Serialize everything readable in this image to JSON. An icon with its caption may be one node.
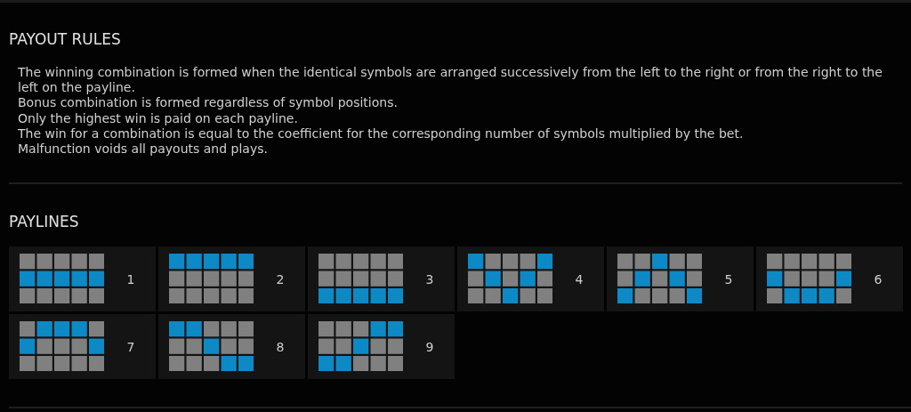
{
  "diagram": {
    "nodes": [
      {
        "text": [
          "1"
        ]
      },
      {
        "text": [
          "2"
        ]
      },
      {
        "text": [
          "3"
        ]
      },
      {
        "text": [
          "4"
        ]
      },
      {
        "text": [
          "5"
        ]
      },
      {
        "text": [
          "6"
        ]
      },
      {
        "text": [
          "7"
        ]
      },
      {
        "text": [
          "8"
        ]
      },
      {
        "text": [
          "9"
        ]
      }
    ],
    "labels": [
      "PAYOUT RULES",
      "The winning combination is formed when the identical symbols are arranged successively from the left to the right or from the right to the left on the payline.",
      "Bonus combination is formed regardless of symbol positions.",
      "Only the highest win is paid on each payline.",
      "The win for a combination is equal to the coefficient for the corresponding number of symbols multiplied by the bet.",
      "Malfunction voids all payouts and plays.",
      "PAYLINES"
    ]
  }
}
